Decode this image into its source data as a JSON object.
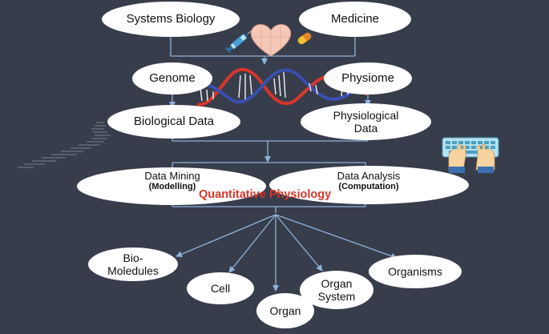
{
  "top": {
    "left": "Systems Biology",
    "right": "Medicine"
  },
  "middle": {
    "genome": "Genome",
    "physiome": "Physiome",
    "biological_data": "Biological Data",
    "physiological_data_line1": "Physiological",
    "physiological_data_line2": "Data"
  },
  "analysis": {
    "data_mining": "Data Mining",
    "data_mining_sub": "(Modelling)",
    "data_analysis": "Data Analysis",
    "data_analysis_sub": "(Computation)",
    "highlight": "Quantitative Physiology",
    "highlight_color": "#d8362b"
  },
  "levels": {
    "biomolecules_line1": "Bio-",
    "biomolecules_line2": "Moledules",
    "cell": "Cell",
    "organ": "Organ",
    "organ_system_line1": "Organ",
    "organ_system_line2": "System",
    "organisms": "Organisms"
  },
  "icons": [
    "syringe-icon",
    "heart-icon",
    "pill-icon",
    "dna-helix-icon",
    "keyboard-hands-icon",
    "code-snippet-icon"
  ],
  "colors": {
    "background": "#383d4b",
    "connector": "#8fb3dc",
    "node_fill": "#ffffff",
    "dna_red": "#d8362b",
    "dna_blue": "#3a4fb0"
  }
}
